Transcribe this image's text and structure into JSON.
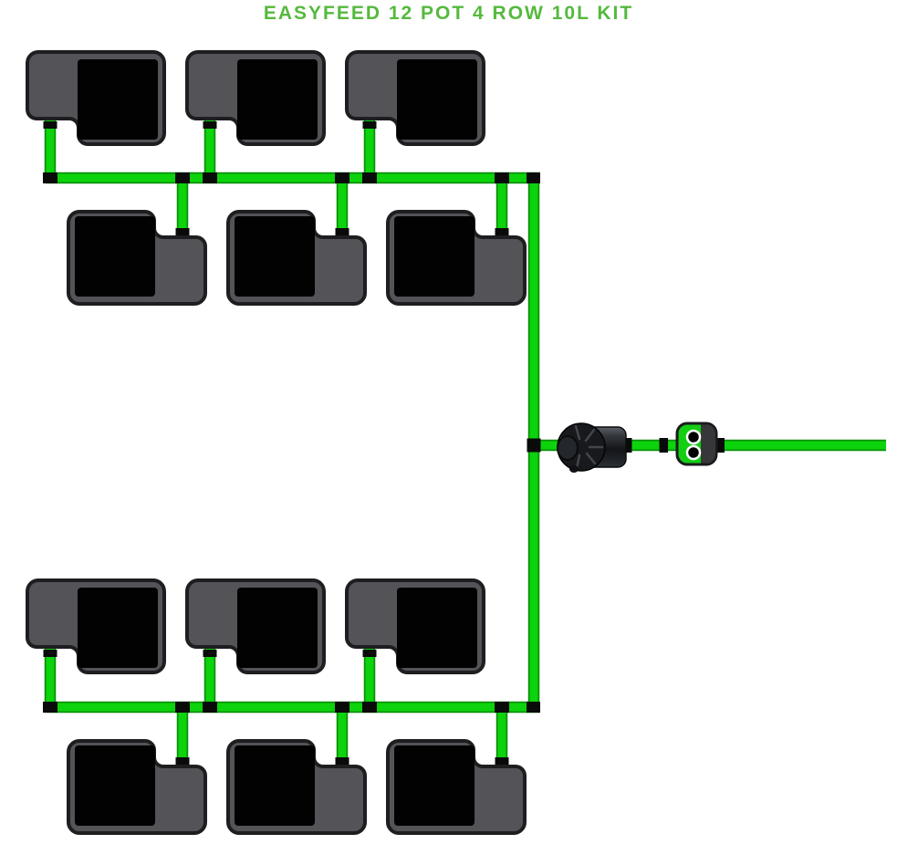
{
  "title": "EASYFEED 12 POT 4 ROW 10L KIT",
  "colors": {
    "background": "#ffffff",
    "title_green": "#55b93e",
    "tube_green": "#0cd30c",
    "tube_edge": "#089008",
    "clip_black": "#0a0a0a",
    "pot_body": "#535358",
    "pot_border": "#1e1e21",
    "pot_inner": "#020202",
    "pump_dark": "#17191c",
    "valve_green": "#14ce14",
    "valve_dark": "#37373b",
    "valve_border": "#1b1b1e",
    "valve_dot_ring": "#ffffff"
  },
  "diagram": {
    "total_pots": 12,
    "rows": 4,
    "pots_per_row": 3,
    "components": [
      "pot",
      "tubing",
      "tube-clip",
      "pump",
      "dual-outlet-valve"
    ]
  }
}
